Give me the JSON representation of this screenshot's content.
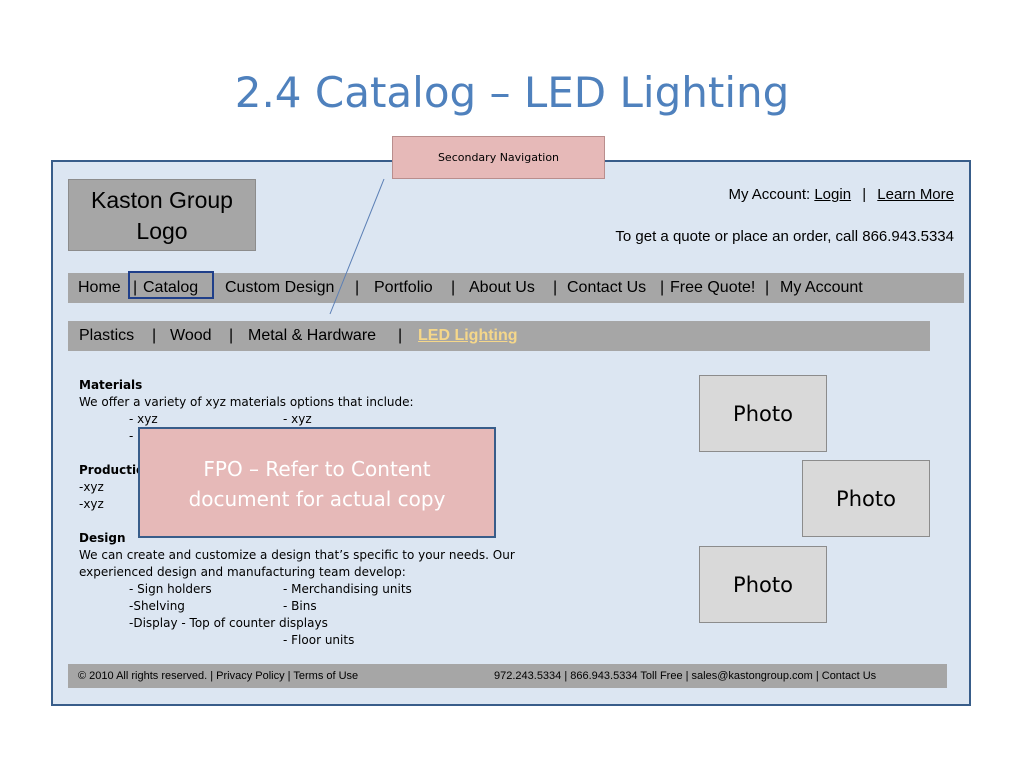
{
  "slide": {
    "title": "2.4 Catalog – LED Lighting"
  },
  "callout": {
    "label": "Secondary Navigation"
  },
  "header": {
    "logo_line1": "Kaston Group",
    "logo_line2": "Logo",
    "my_account_label": "My Account:",
    "login": "Login",
    "separator": "|",
    "learn_more": "Learn More",
    "quote_text": "To get a quote or place an order, call 866.943.5334"
  },
  "nav": {
    "items": [
      "Home",
      "Catalog",
      "Custom Design",
      "Portfolio",
      "About Us",
      "Contact Us",
      "Free Quote!",
      "My Account"
    ],
    "separator": "|",
    "highlighted": "Catalog"
  },
  "subnav": {
    "items": [
      "Plastics",
      "Wood",
      "Metal & Hardware",
      "LED Lighting"
    ],
    "separator": "|",
    "active": "LED Lighting"
  },
  "content": {
    "materials_heading": "Materials",
    "materials_text": "We offer a variety of xyz materials options that include:",
    "materials_col1": "- xyz",
    "materials_col2": "- xyz",
    "materials_row2_col1": "-",
    "production_heading": "Productio",
    "production_items": [
      "-xyz",
      "-xyz"
    ],
    "design_heading": "Design",
    "design_text_line1": "We can create and customize a design that’s specific to your needs. Our",
    "design_text_line2": "experienced design and manufacturing team develop:",
    "design_rows": [
      {
        "col1": "- Sign holders",
        "col2": "- Merchandising units"
      },
      {
        "col1": "-Shelving",
        "col2": "- Bins"
      },
      {
        "col1": "-Display  - Top of counter displays",
        "col2": ""
      },
      {
        "col1": "",
        "col2": "- Floor units"
      }
    ]
  },
  "fpo": {
    "line1": "FPO – Refer to Content",
    "line2": "document for actual copy"
  },
  "photos": [
    "Photo",
    "Photo",
    "Photo"
  ],
  "footer": {
    "left": "© 2010 All rights reserved.  | Privacy Policy | Terms of Use",
    "right": "972.243.5334  | 866.943.5334  Toll Free   |  sales@kastongroup.com   |  Contact Us"
  },
  "colors": {
    "title": "#4f81bd",
    "frame_bg": "#dce6f2",
    "frame_border": "#385d8a",
    "bar_gray": "#a6a6a6",
    "callout_pink": "#e6b9b8",
    "active_link": "#f5d78a"
  }
}
